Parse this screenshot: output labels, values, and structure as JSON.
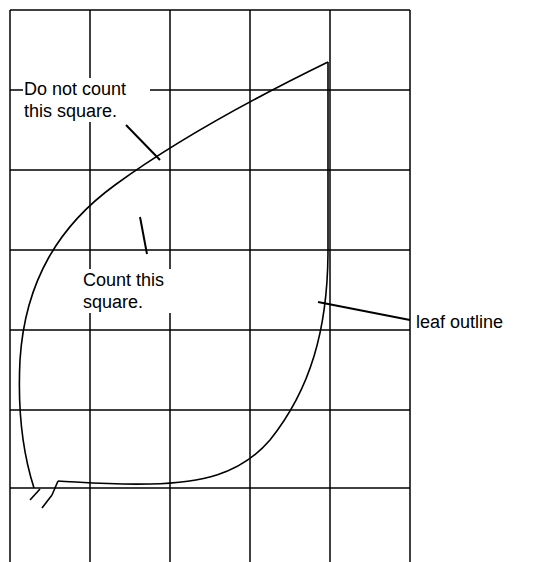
{
  "diagram": {
    "labels": [
      "Do not count this square.",
      "Count this square.",
      "leaf outline"
    ]
  }
}
